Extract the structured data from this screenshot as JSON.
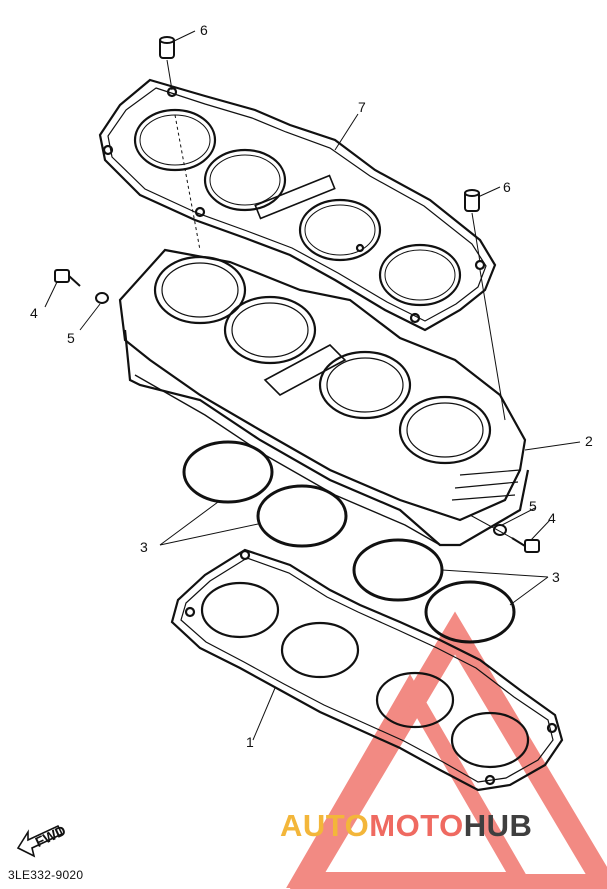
{
  "diagram": {
    "callouts": [
      "1",
      "2",
      "3",
      "3",
      "4",
      "4",
      "5",
      "5",
      "6",
      "6",
      "7"
    ],
    "drawing_code": "3LE332-9020",
    "fwd_label": "FWD"
  },
  "watermark": {
    "word_part1": "AUTO",
    "word_part2": "MOTO",
    "word_part3": "HUB",
    "color_auto": "#f3b63a",
    "color_moto": "#ef6a61",
    "color_hub": "#3f3f3f"
  },
  "colors": {
    "ink": "#111111",
    "background": "#ffffff"
  }
}
